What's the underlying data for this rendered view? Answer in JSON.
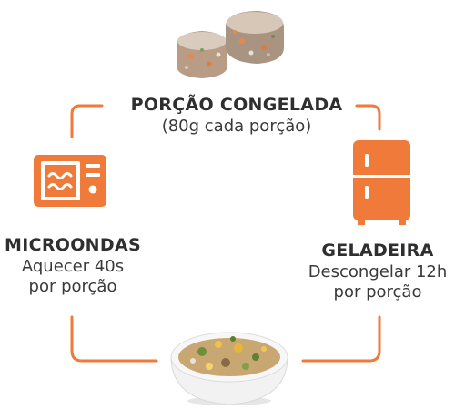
{
  "steps": {
    "frozen": {
      "title": "PORÇÃO CONGELADA",
      "detail": "(80g cada porção)",
      "image": "frozen-portions-image"
    },
    "fridge": {
      "title": "GELADEIRA",
      "detail_line1": "Descongelar 12h",
      "detail_line2": "por porção",
      "icon": "fridge-icon"
    },
    "microwave": {
      "title": "MICROONDAS",
      "detail_line1": "Aquecer 40s",
      "detail_line2": "por porção",
      "icon": "microwave-icon"
    },
    "bowl": {
      "image": "food-bowl-image"
    }
  },
  "colors": {
    "accent": "#F07A3A",
    "title_text": "#2f2f2f",
    "body_text": "#3a3a3a"
  }
}
